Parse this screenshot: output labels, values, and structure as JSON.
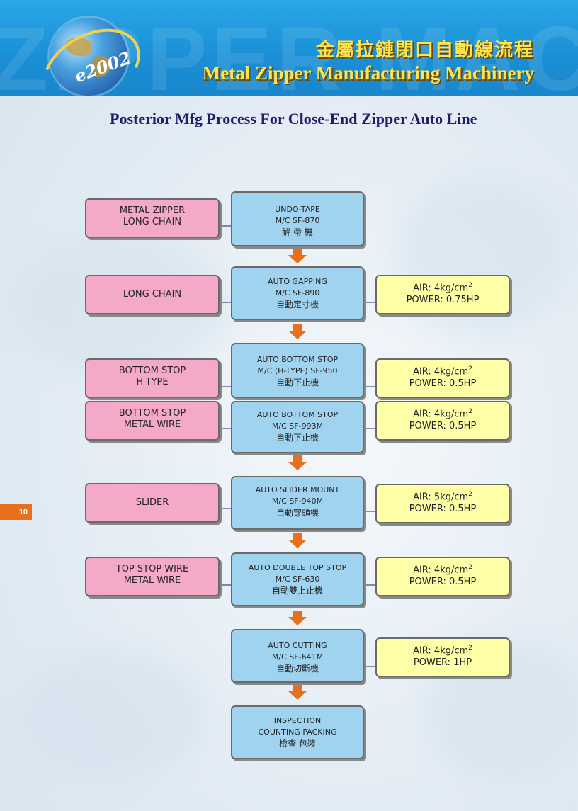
{
  "header": {
    "watermark": "ZIPPER MACHINE",
    "logo_text": "e2002",
    "title_cn": "金屬拉鏈閉口自動線流程",
    "title_en": "Metal Zipper Manufacturing Machinery"
  },
  "page_title": "Posterior Mfg Process For Close-End Zipper Auto Line",
  "page_number": "10",
  "rows": [
    {
      "material": [
        "METAL ZIPPER",
        "LONG CHAIN"
      ],
      "machine": [
        "UNDO-TAPE",
        "M/C  SF-870",
        "解  帶  機"
      ],
      "spec": null
    },
    {
      "material": [
        "LONG  CHAIN"
      ],
      "machine": [
        "AUTO  GAPPING",
        "M/C  SF-890",
        "自動定寸機"
      ],
      "spec": {
        "air": "AIR: 4kg/cm",
        "power": "POWER: 0.75HP"
      }
    },
    {
      "material": [
        "BOTTOM STOP",
        "H-TYPE"
      ],
      "machine": [
        "AUTO BOTTOM STOP",
        "M/C (H-TYPE) SF-950",
        "自動下止機"
      ],
      "spec": {
        "air": "AIR: 4kg/cm",
        "power": "POWER: 0.5HP"
      }
    },
    {
      "material": [
        "BOTTOM STOP",
        "METAL WIRE"
      ],
      "machine": [
        "AUTO BOTTOM STOP",
        "M/C  SF-993M",
        "自動下止機"
      ],
      "spec": {
        "air": "AIR: 4kg/cm",
        "power": "POWER: 0.5HP"
      }
    },
    {
      "material": [
        "SLIDER"
      ],
      "machine": [
        "AUTO SLIDER MOUNT",
        "M/C  SF-940M",
        "自動穿頭機"
      ],
      "spec": {
        "air": "AIR: 5kg/cm",
        "power": "POWER: 0.5HP"
      }
    },
    {
      "material": [
        "TOP STOP WIRE",
        "METAL WIRE"
      ],
      "machine": [
        "AUTO DOUBLE TOP STOP",
        "M/C  SF-630",
        "自動雙上止機"
      ],
      "spec": {
        "air": "AIR: 4kg/cm",
        "power": "POWER: 0.5HP"
      }
    },
    {
      "material": null,
      "machine": [
        "AUTO CUTTING",
        "M/C  SF-641M",
        "自動切斷機"
      ],
      "spec": {
        "air": "AIR: 4kg/cm",
        "power": "POWER: 1HP"
      }
    },
    {
      "material": null,
      "machine": [
        "INSPECTION",
        "COUNTING PACKING",
        "檢查   包裝"
      ],
      "spec": null
    }
  ],
  "superscript": "2",
  "colors": {
    "material_box": "#f4a9c9",
    "machine_box": "#9fd3f0",
    "spec_box": "#ffffa8",
    "flow_arrow": "#e8701c",
    "connector": "#1f1f6a"
  }
}
